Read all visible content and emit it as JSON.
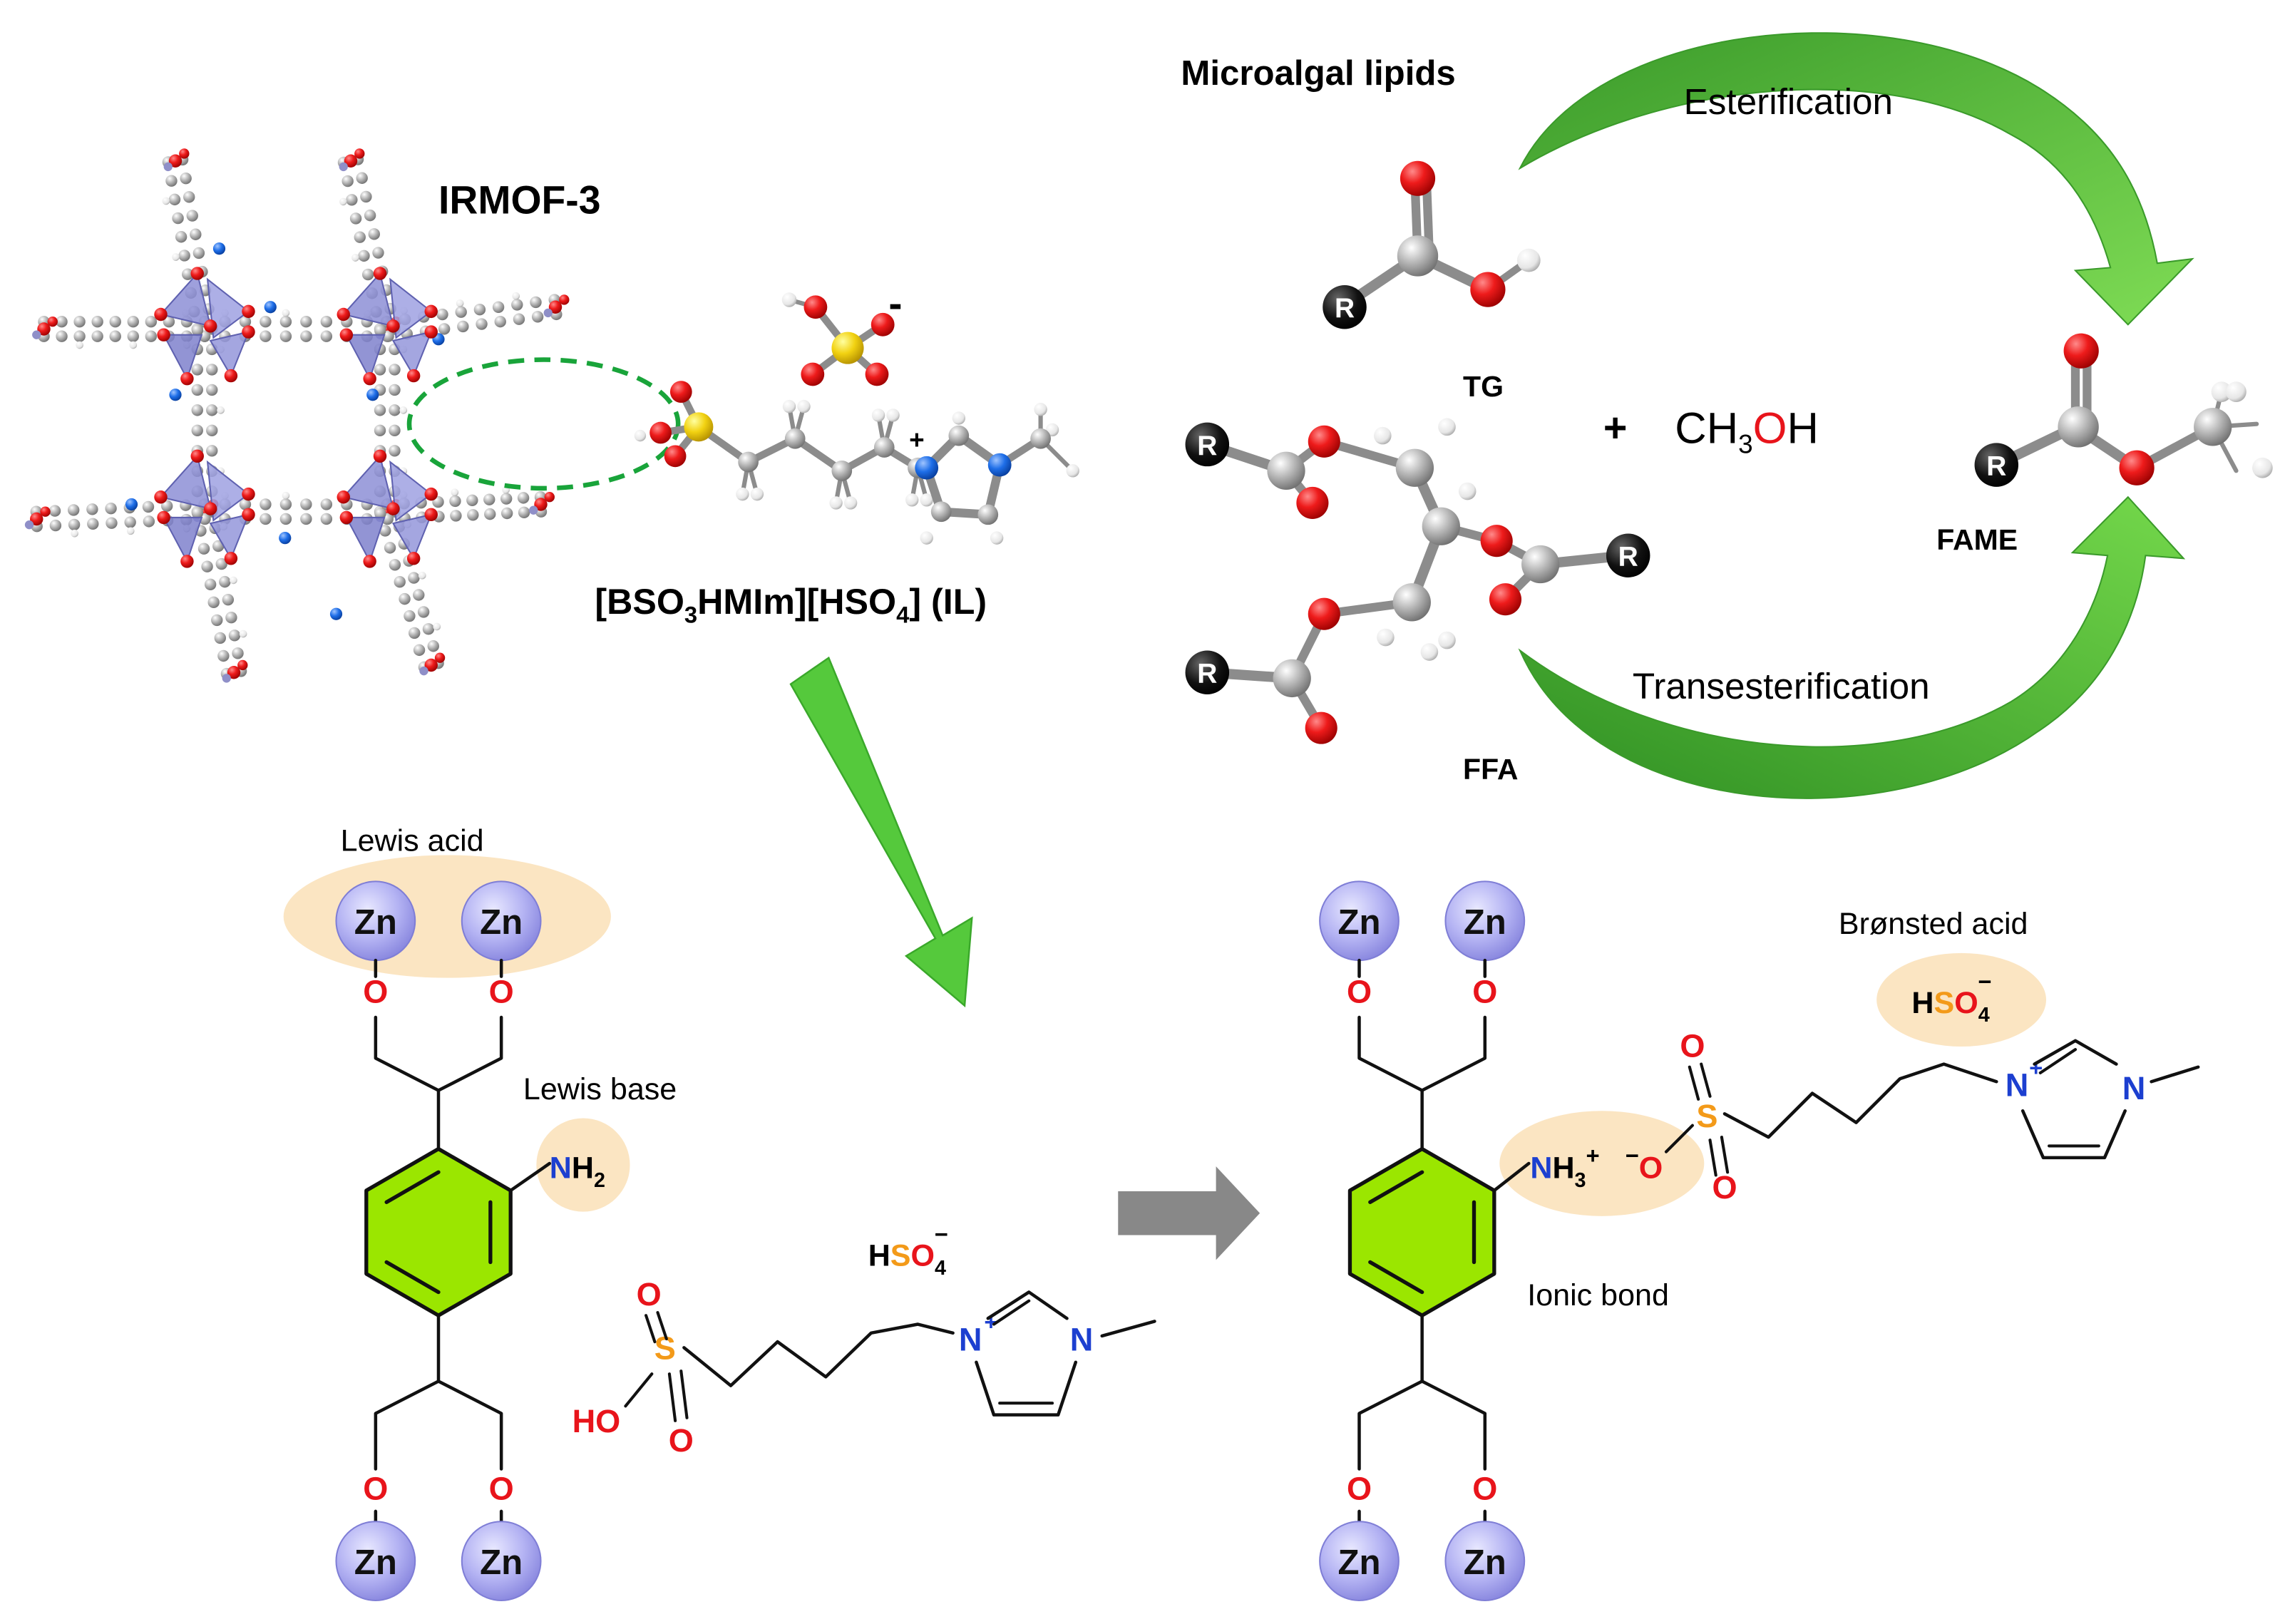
{
  "title_mof": "IRMOF-3",
  "il": {
    "pre": "[BSO",
    "sub1": "3",
    "mid": "HMIm][HSO",
    "sub2": "4",
    "post": "] (IL)",
    "anion_minus": "-",
    "cation_plus": "+"
  },
  "reaction": {
    "microalgal": "Microalgal lipids",
    "esterification": "Esterification",
    "transesterification": "Transesterification",
    "tg": "TG",
    "ffa": "FFA",
    "fame": "FAME",
    "plus": "+",
    "methanol": {
      "a": "CH",
      "sub": "3",
      "o": "O",
      "h": "H"
    },
    "r": "R"
  },
  "left_structure": {
    "lewis_acid": "Lewis acid",
    "lewis_base": "Lewis base",
    "zn": "Zn",
    "o": "O",
    "nh2": {
      "n": "N",
      "h": "H",
      "sub": "2"
    }
  },
  "il_structure": {
    "hso4": {
      "h": "H",
      "s": "S",
      "o": "O",
      "sub": "4",
      "sup": "−"
    },
    "ho": "HO",
    "s": "S",
    "o": "O",
    "n_plus": "N",
    "plus": "+",
    "n": "N"
  },
  "right_structure": {
    "bronsted": "Brønsted acid",
    "ionic_bond": "Ionic bond",
    "nh3": {
      "n": "N",
      "h": "H",
      "sub": "3",
      "sup": "+"
    },
    "o_minus": {
      "minus": "−",
      "o": "O"
    },
    "zn": "Zn",
    "o": "O",
    "s": "S",
    "n_plus": "N",
    "plus": "+",
    "n": "N",
    "hso4": {
      "h": "H",
      "s": "S",
      "o": "O",
      "sub": "4",
      "sup": "−"
    }
  },
  "colors": {
    "green_arrow": "#4fc33a",
    "gray_arrow": "#888888",
    "highlight": "#fbe5c2",
    "zn_fill": "#a9a8f0",
    "benzene": "#9be600",
    "oxygen": "#e8141b",
    "nitrogen": "#1c3fd0",
    "sulfur": "#f39a19",
    "carbon": "#9a9a9a"
  }
}
